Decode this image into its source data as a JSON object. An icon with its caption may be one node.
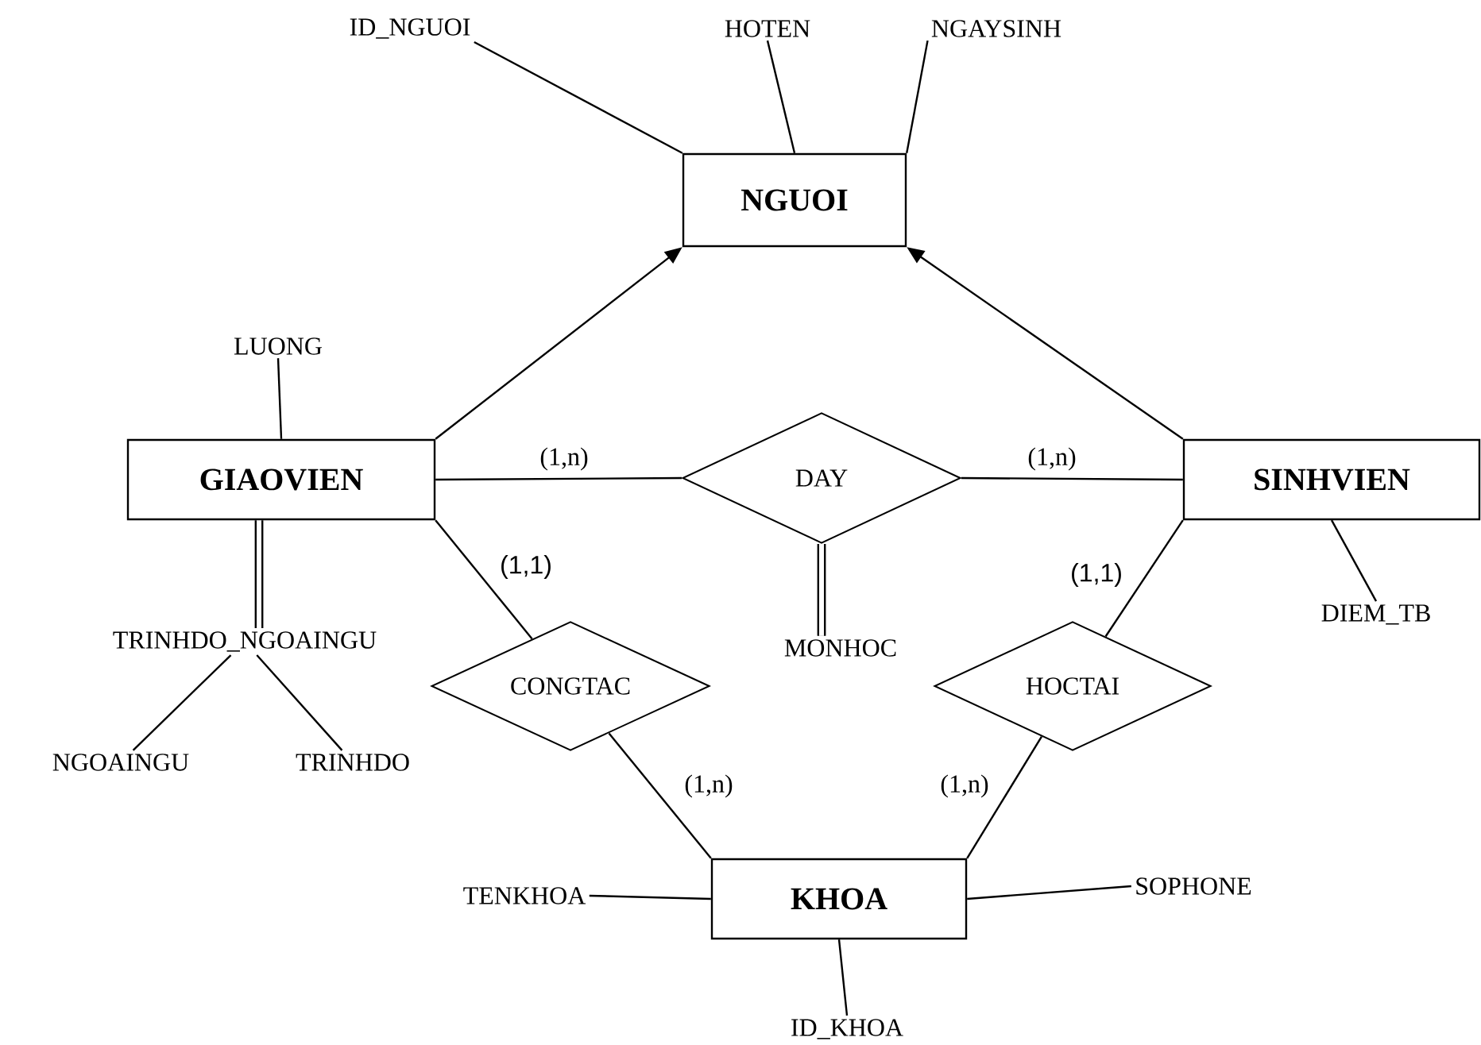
{
  "diagram": {
    "nodes": [
      {
        "text": [
          "ID_NGUOI"
        ]
      },
      {
        "text": [
          "HOTEN"
        ]
      },
      {
        "text": [
          "NGAYSINH"
        ]
      },
      {
        "text": [
          "NGUOI"
        ]
      },
      {
        "text": [
          "LUONG"
        ]
      },
      {
        "text": [
          "GIAOVIEN"
        ]
      },
      {
        "text": [
          "DAY"
        ]
      },
      {
        "text": [
          "SINHVIEN"
        ]
      },
      {
        "text": [
          "DIEM_TB"
        ]
      },
      {
        "text": [
          "TRINHDO_NGOAINGU"
        ]
      },
      {
        "text": [
          "MONHOC"
        ]
      },
      {
        "text": [
          "CONGTAC"
        ]
      },
      {
        "text": [
          "HOCTAI"
        ]
      },
      {
        "text": [
          "NGOAINGU"
        ]
      },
      {
        "text": [
          "TRINHDO"
        ]
      },
      {
        "text": [
          "TENKHOA"
        ]
      },
      {
        "text": [
          "KHOA"
        ]
      },
      {
        "text": [
          "SOPHONE"
        ]
      },
      {
        "text": [
          "ID_KHOA"
        ]
      }
    ],
    "edges": [
      {
        "from": 0,
        "to": 3,
        "arrow": "none"
      },
      {
        "from": 1,
        "to": 3,
        "arrow": "none"
      },
      {
        "from": 2,
        "to": 3,
        "arrow": "none"
      },
      {
        "from": 5,
        "to": 3,
        "arrow": "to"
      },
      {
        "from": 7,
        "to": 3,
        "arrow": "to"
      },
      {
        "from": 4,
        "to": 5,
        "arrow": "none"
      },
      {
        "from": 5,
        "to": 6,
        "arrow": "none",
        "label": "(1,n)"
      },
      {
        "from": 6,
        "to": 7,
        "arrow": "none",
        "label": "(1,n)"
      },
      {
        "from": 7,
        "to": 8,
        "arrow": "none"
      },
      {
        "from": 5,
        "to": 9,
        "arrow": "none",
        "style": "thick"
      },
      {
        "from": 6,
        "to": 10,
        "arrow": "none",
        "style": "thick"
      },
      {
        "from": 9,
        "to": 13,
        "arrow": "none"
      },
      {
        "from": 9,
        "to": 14,
        "arrow": "none"
      },
      {
        "from": 5,
        "to": 11,
        "arrow": "none",
        "label": "(1,1)"
      },
      {
        "from": 11,
        "to": 16,
        "arrow": "none",
        "label": "(1,n)"
      },
      {
        "from": 7,
        "to": 12,
        "arrow": "none",
        "label": "(1,1)"
      },
      {
        "from": 12,
        "to": 16,
        "arrow": "none",
        "label": "(1,n)"
      },
      {
        "from": 15,
        "to": 16,
        "arrow": "none"
      },
      {
        "from": 17,
        "to": 16,
        "arrow": "none"
      },
      {
        "from": 18,
        "to": 16,
        "arrow": "none"
      }
    ]
  }
}
